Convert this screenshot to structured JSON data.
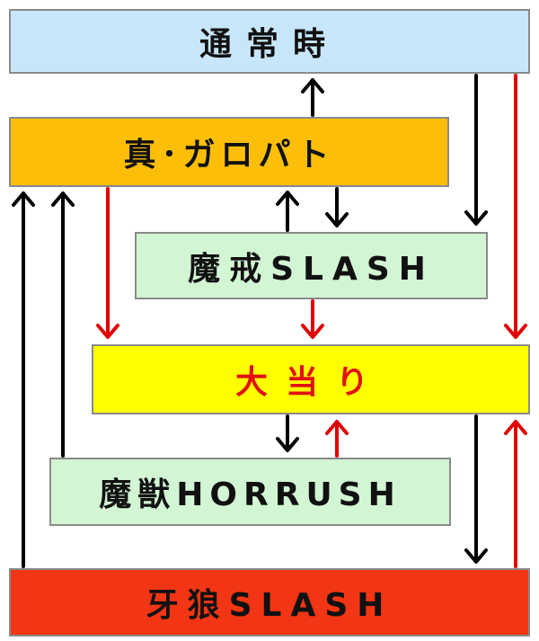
{
  "colors": {
    "tsujo_fill": "#c8e6fa",
    "shin_fill": "#fdbe0a",
    "green_fill": "#d2f5d4",
    "ooatari_fill": "#ffff00",
    "garou_fill": "#f23514",
    "ooatari_text": "#e01010",
    "arrow_black": "#000000",
    "arrow_red": "#e00000"
  },
  "nodes": {
    "tsujo": "通常時",
    "shin_garopato": "真･ガロパト",
    "maakai_slash": "魔戒SLASH",
    "ooatari": "大当り",
    "majuu_horrush": "魔獣HORRUSH",
    "garou_slash": "牙狼SLASH"
  }
}
